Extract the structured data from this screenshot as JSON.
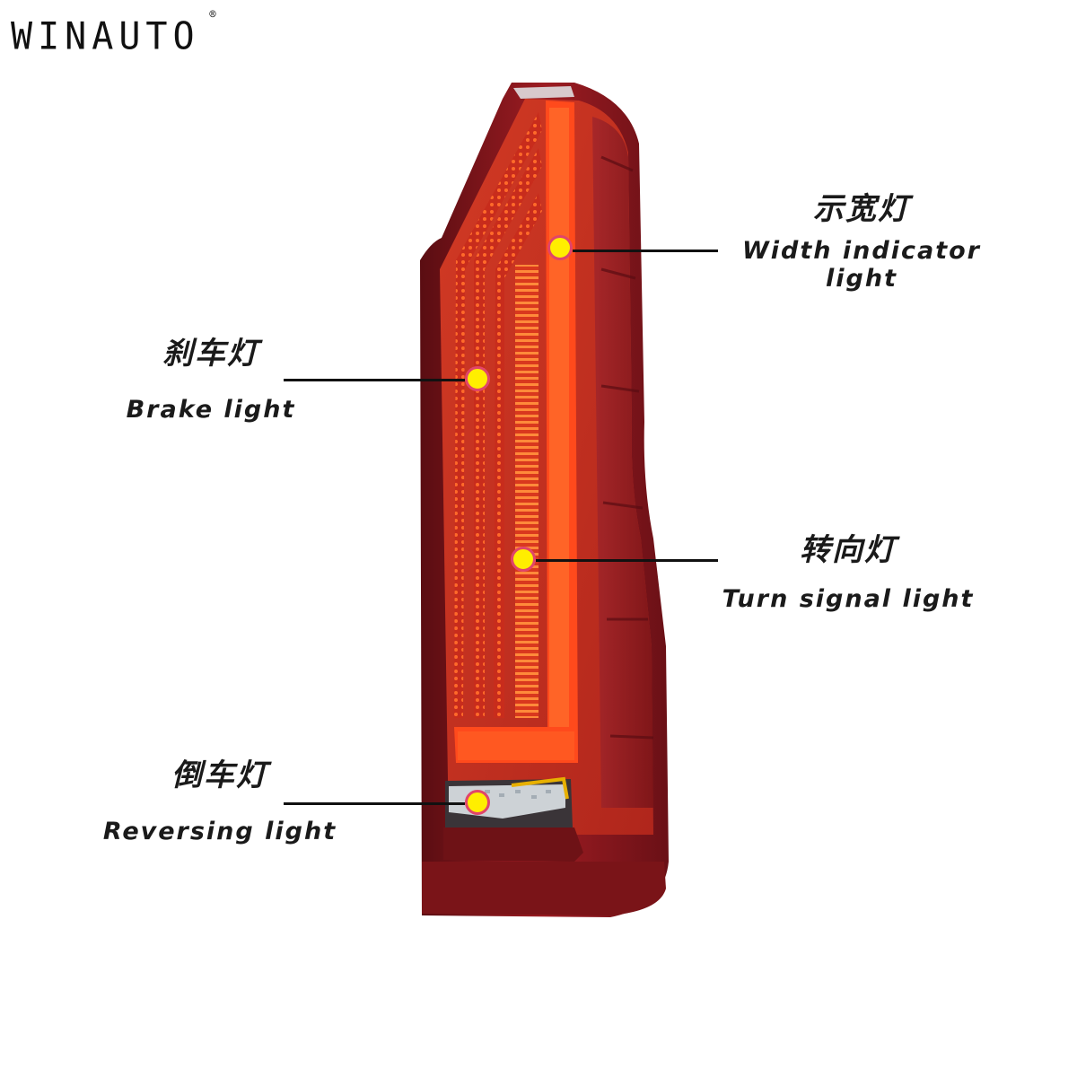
{
  "brand": {
    "name": "WINAUTO",
    "mark": "®"
  },
  "callouts": {
    "width": {
      "zh": "示宽灯",
      "en": "Width indicator light"
    },
    "brake": {
      "zh": "刹车灯",
      "en": "Brake light"
    },
    "turn": {
      "zh": "转向灯",
      "en": "Turn signal light"
    },
    "reverse": {
      "zh": "倒车灯",
      "en": "Reversing light"
    }
  },
  "colors": {
    "housing": "#8a1a22",
    "lens": "#c62a20",
    "light_bar": "#ff4a1c",
    "marker_dot": "#ffee00",
    "marker_ring": "#e0456a"
  }
}
